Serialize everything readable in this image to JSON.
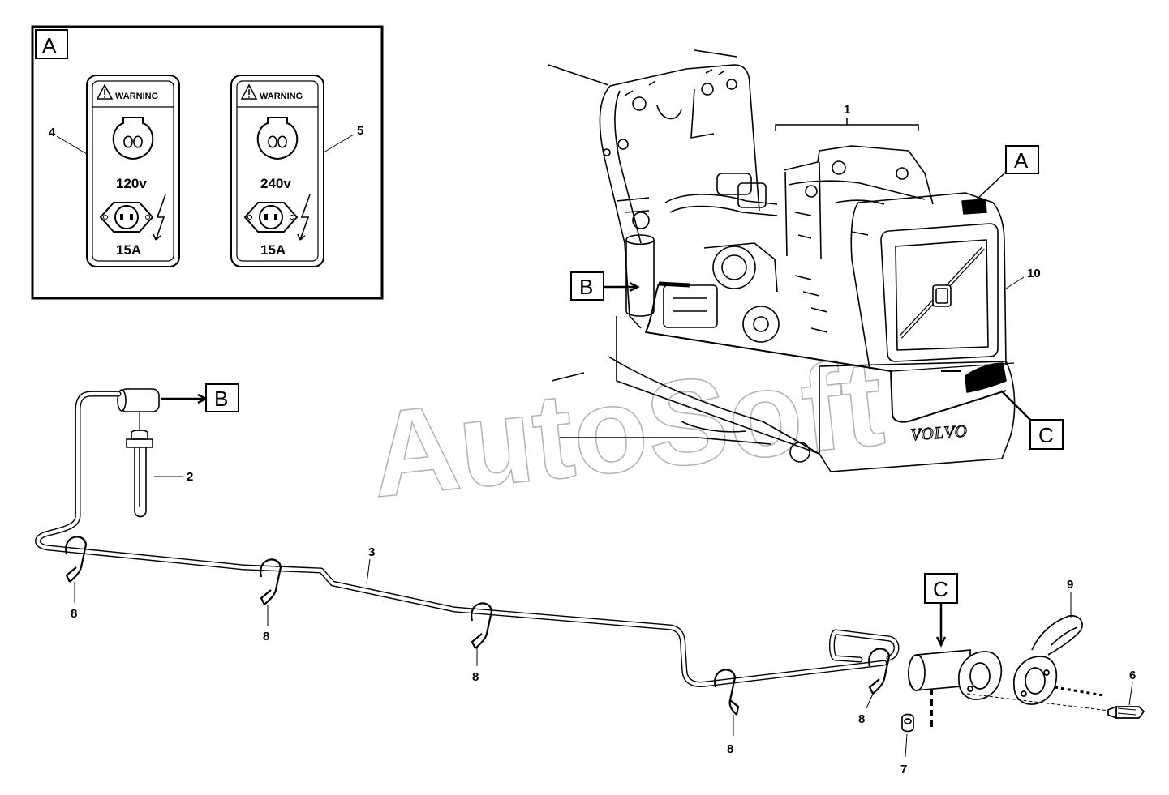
{
  "watermark": "AutoSoft",
  "brand_badge": "VOLVO",
  "inset": {
    "key": "A",
    "decals": [
      {
        "part": "4",
        "warning": "WARNING",
        "voltage": "120v",
        "amperage": "15A"
      },
      {
        "part": "5",
        "warning": "WARNING",
        "voltage": "240v",
        "amperage": "15A"
      }
    ]
  },
  "view_keys": {
    "a": "A",
    "b": "B",
    "c": "C",
    "b_detail": "B",
    "c_detail": "C"
  },
  "part_labels": {
    "p1": "1",
    "p2": "2",
    "p3": "3",
    "p6": "6",
    "p7": "7",
    "p9": "9",
    "p10": "10",
    "clamp_a": "8",
    "clamp_b": "8",
    "clamp_c": "8",
    "clamp_d": "8",
    "clamp_e": "8"
  }
}
